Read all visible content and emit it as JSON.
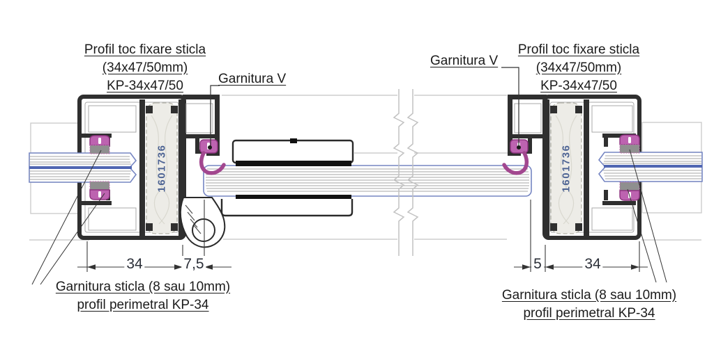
{
  "figure": {
    "kind": "aluminium-profile-glass-section-drawing",
    "left_assembly": {
      "profile_label": [
        "Profil toc fixare sticla",
        "(34x47/50mm)",
        "KP-34x47/50"
      ],
      "gasket_v_label": "Garnitura V",
      "bottom_label": [
        "Garnitura sticla (8 sau 10mm)",
        "profil perimetral KP-34"
      ],
      "profile_code": "1601736",
      "dim_width": "34",
      "dim_offset": "7,5"
    },
    "right_assembly": {
      "profile_label": [
        "Profil toc fixare sticla",
        "(34x47/50mm)",
        "KP-34x47/50"
      ],
      "gasket_v_label": "Garnitura V",
      "bottom_label": [
        "Garnitura sticla (8 sau 10mm)",
        "profil perimetral KP-34"
      ],
      "profile_code": "1601736",
      "dim_offset": "5",
      "dim_width": "34"
    },
    "colors": {
      "profile_dark": "#2f2f2f",
      "gasket_pink": "#bd63b0",
      "gasket_pink_stroke": "#8e3480",
      "glass_edge_blue": "#7585c2",
      "glass_center_blue": "#5066b2",
      "insert_fill": "#edece7",
      "code_text": "#4e6494",
      "faded_gray": "#cdcdcd"
    }
  }
}
